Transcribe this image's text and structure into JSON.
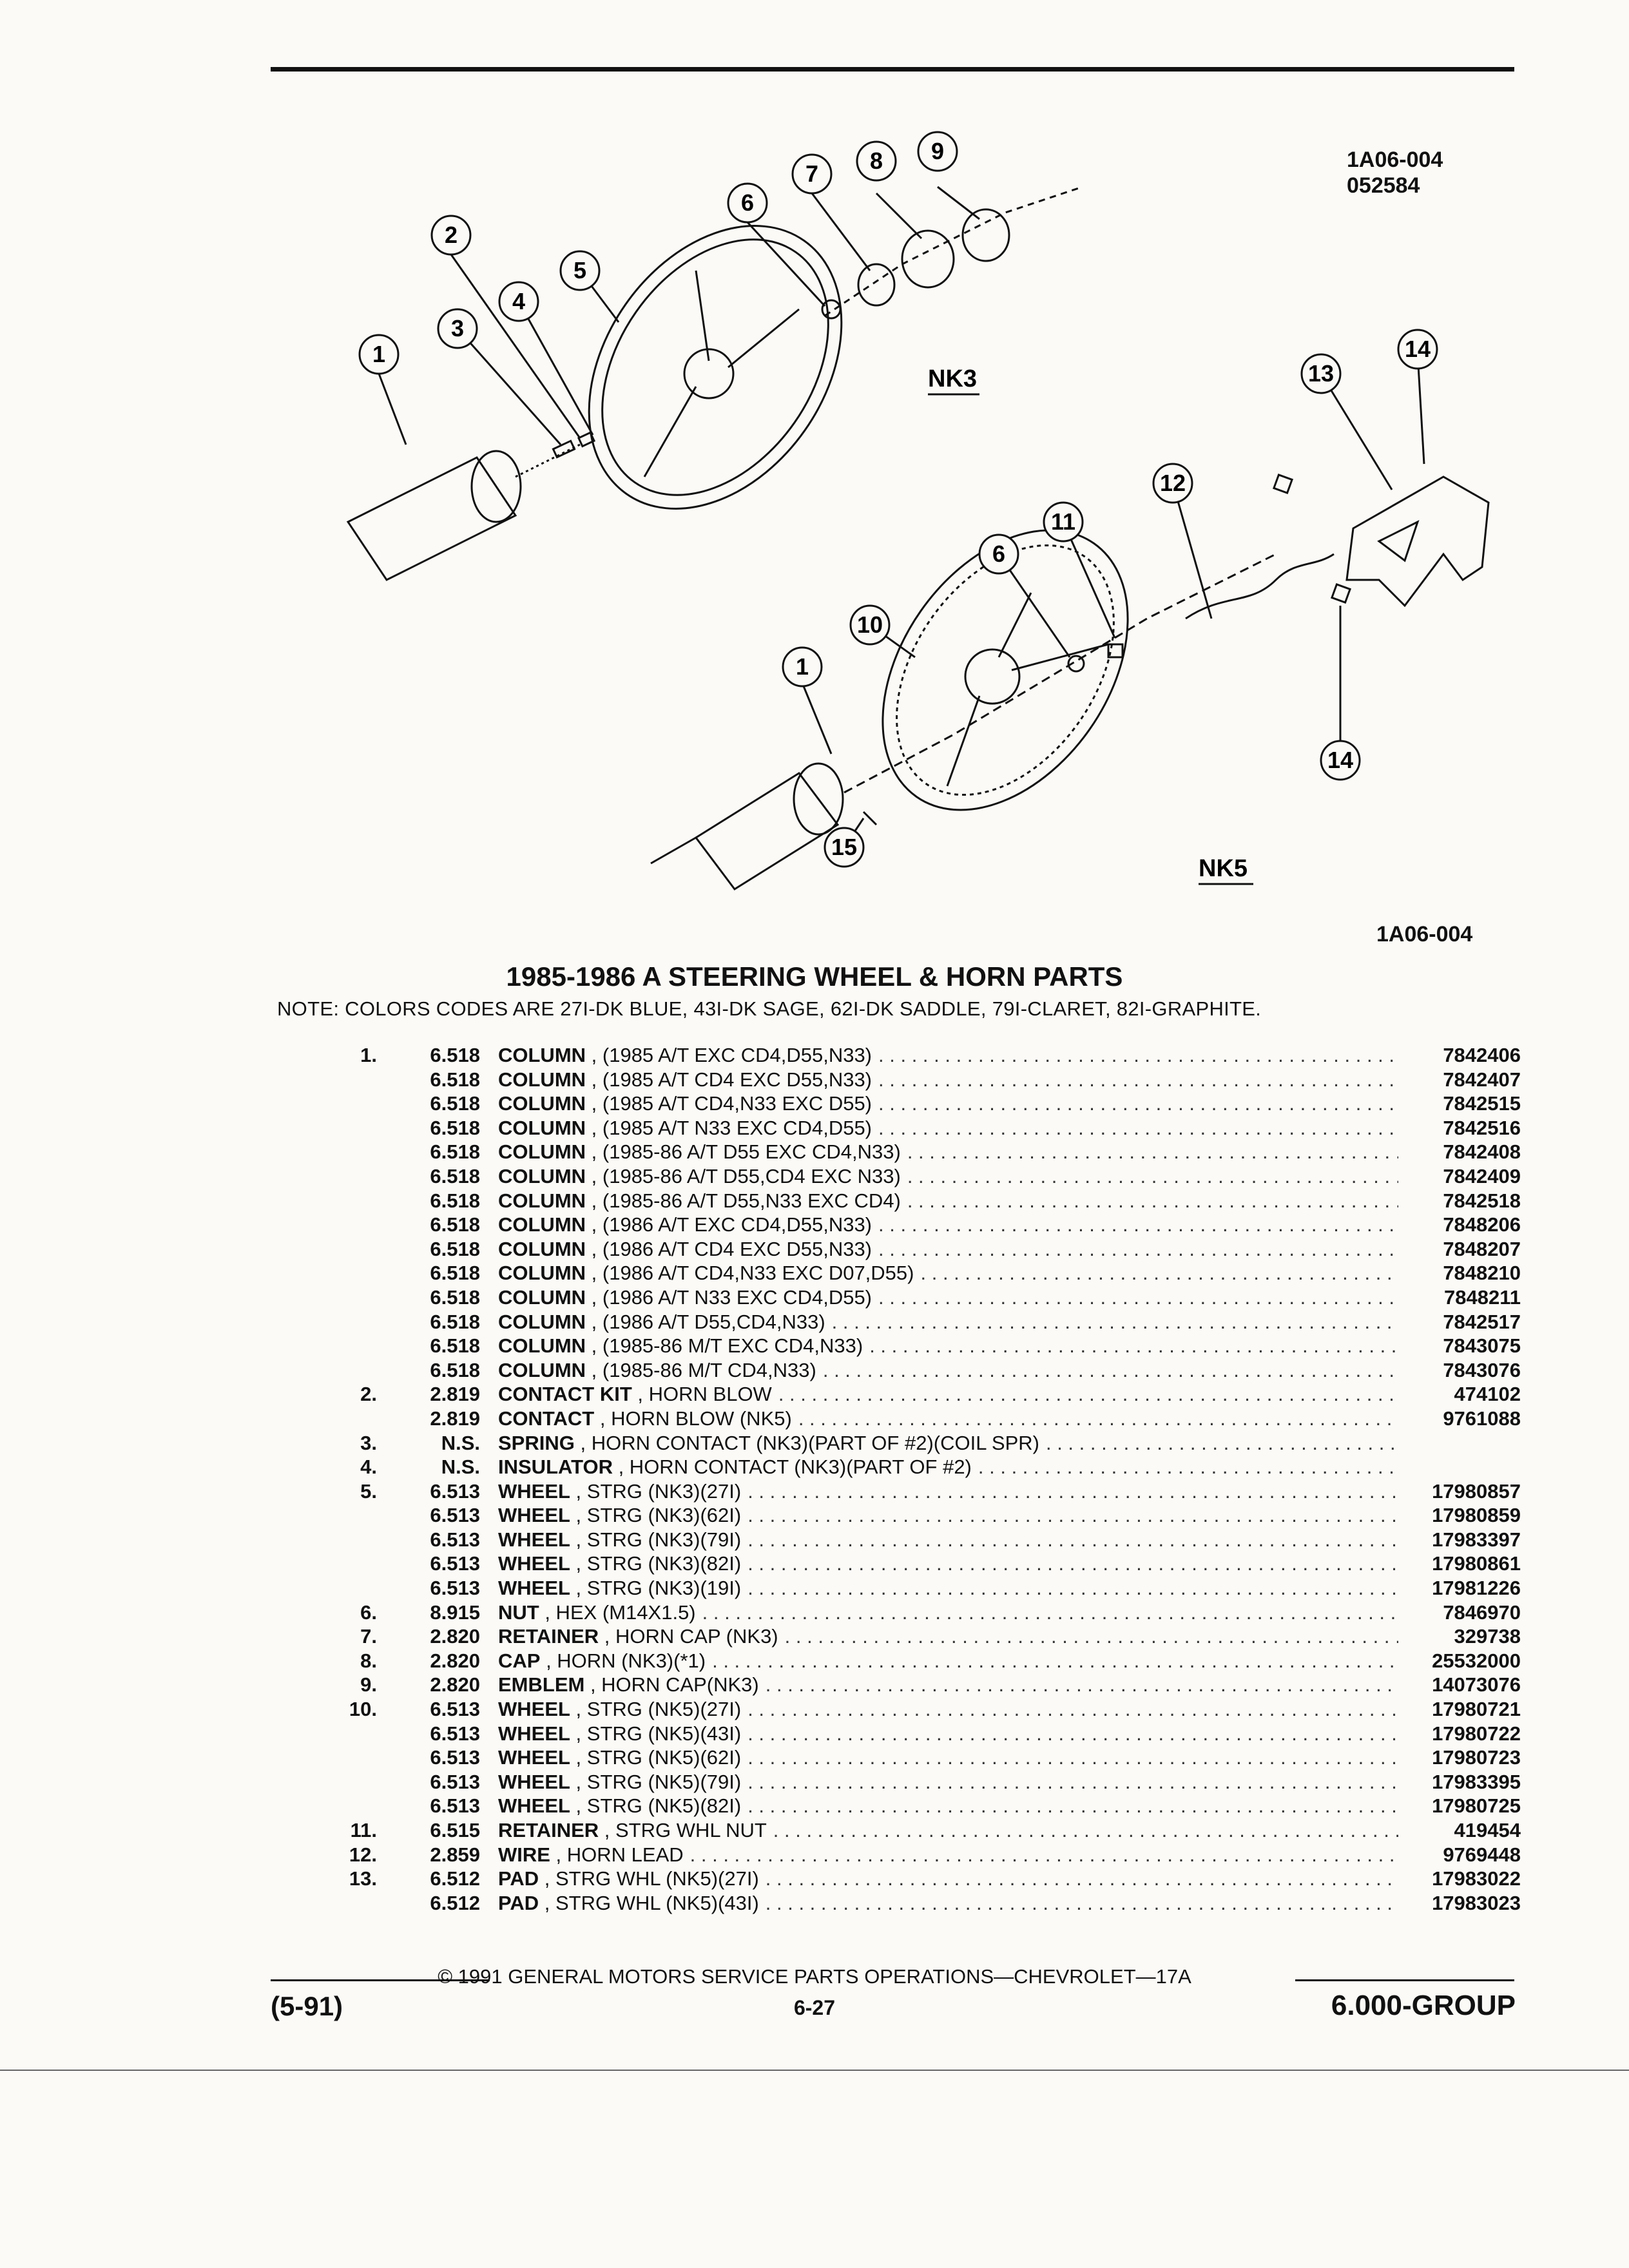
{
  "header": {
    "ref_top_line1": "1A06-004",
    "ref_top_line2": "052584",
    "ref_bottom": "1A06-004"
  },
  "diagram": {
    "label_nk3": "NK3",
    "label_nk5": "NK5",
    "callouts": [
      "1",
      "2",
      "3",
      "4",
      "5",
      "6",
      "7",
      "8",
      "9",
      "13",
      "14",
      "12",
      "11",
      "6",
      "10",
      "1",
      "14",
      "15"
    ]
  },
  "title": "1985-1986 A STEERING WHEEL & HORN PARTS",
  "note": "NOTE:  COLORS CODES ARE 27I-DK BLUE, 43I-DK SAGE, 62I-DK SADDLE, 79I-CLARET, 82I-GRAPHITE.",
  "parts": [
    {
      "item": "1.",
      "group": "6.518",
      "name": "COLUMN",
      "desc": " , (1985 A/T EXC CD4,D55,N33)",
      "part": "7842406"
    },
    {
      "item": "",
      "group": "6.518",
      "name": "COLUMN",
      "desc": " , (1985 A/T CD4 EXC D55,N33)",
      "part": "7842407"
    },
    {
      "item": "",
      "group": "6.518",
      "name": "COLUMN",
      "desc": " , (1985 A/T CD4,N33 EXC D55)",
      "part": "7842515"
    },
    {
      "item": "",
      "group": "6.518",
      "name": "COLUMN",
      "desc": " , (1985 A/T N33 EXC CD4,D55)",
      "part": "7842516"
    },
    {
      "item": "",
      "group": "6.518",
      "name": "COLUMN",
      "desc": " , (1985-86 A/T D55 EXC CD4,N33)",
      "part": "7842408"
    },
    {
      "item": "",
      "group": "6.518",
      "name": "COLUMN",
      "desc": " , (1985-86 A/T D55,CD4 EXC N33)",
      "part": "7842409"
    },
    {
      "item": "",
      "group": "6.518",
      "name": "COLUMN",
      "desc": " , (1985-86 A/T D55,N33 EXC CD4)",
      "part": "7842518"
    },
    {
      "item": "",
      "group": "6.518",
      "name": "COLUMN",
      "desc": " , (1986 A/T EXC CD4,D55,N33)",
      "part": "7848206"
    },
    {
      "item": "",
      "group": "6.518",
      "name": "COLUMN",
      "desc": " , (1986 A/T CD4 EXC D55,N33)",
      "part": "7848207"
    },
    {
      "item": "",
      "group": "6.518",
      "name": "COLUMN",
      "desc": " , (1986 A/T CD4,N33 EXC D07,D55)",
      "part": "7848210"
    },
    {
      "item": "",
      "group": "6.518",
      "name": "COLUMN",
      "desc": " , (1986 A/T N33 EXC CD4,D55)",
      "part": "7848211"
    },
    {
      "item": "",
      "group": "6.518",
      "name": "COLUMN",
      "desc": " , (1986 A/T D55,CD4,N33)",
      "part": "7842517"
    },
    {
      "item": "",
      "group": "6.518",
      "name": "COLUMN",
      "desc": " , (1985-86 M/T EXC CD4,N33)",
      "part": "7843075"
    },
    {
      "item": "",
      "group": "6.518",
      "name": "COLUMN",
      "desc": " , (1985-86 M/T CD4,N33)",
      "part": "7843076"
    },
    {
      "item": "2.",
      "group": "2.819",
      "name": "CONTACT KIT",
      "desc": " , HORN BLOW",
      "part": "474102"
    },
    {
      "item": "",
      "group": "2.819",
      "name": "CONTACT",
      "desc": " , HORN BLOW (NK5)",
      "part": "9761088"
    },
    {
      "item": "3.",
      "group": "N.S.",
      "name": "SPRING",
      "desc": " , HORN CONTACT (NK3)(PART OF #2)(COIL SPR)",
      "part": ""
    },
    {
      "item": "4.",
      "group": "N.S.",
      "name": "INSULATOR",
      "desc": " , HORN CONTACT (NK3)(PART OF #2)",
      "part": ""
    },
    {
      "item": "5.",
      "group": "6.513",
      "name": "WHEEL",
      "desc": " , STRG (NK3)(27I)",
      "part": "17980857"
    },
    {
      "item": "",
      "group": "6.513",
      "name": "WHEEL",
      "desc": " , STRG (NK3)(62I)",
      "part": "17980859"
    },
    {
      "item": "",
      "group": "6.513",
      "name": "WHEEL",
      "desc": " , STRG (NK3)(79I)",
      "part": "17983397"
    },
    {
      "item": "",
      "group": "6.513",
      "name": "WHEEL",
      "desc": " , STRG (NK3)(82I)",
      "part": "17980861"
    },
    {
      "item": "",
      "group": "6.513",
      "name": "WHEEL",
      "desc": " , STRG (NK3)(19I)",
      "part": "17981226"
    },
    {
      "item": "6.",
      "group": "8.915",
      "name": "NUT",
      "desc": " , HEX (M14X1.5)",
      "part": "7846970"
    },
    {
      "item": "7.",
      "group": "2.820",
      "name": "RETAINER",
      "desc": " , HORN CAP (NK3)",
      "part": "329738"
    },
    {
      "item": "8.",
      "group": "2.820",
      "name": "CAP",
      "desc": " , HORN (NK3)(*1)",
      "part": "25532000"
    },
    {
      "item": "9.",
      "group": "2.820",
      "name": "EMBLEM",
      "desc": " , HORN CAP(NK3)",
      "part": "14073076"
    },
    {
      "item": "10.",
      "group": "6.513",
      "name": "WHEEL",
      "desc": " , STRG (NK5)(27I)",
      "part": "17980721"
    },
    {
      "item": "",
      "group": "6.513",
      "name": "WHEEL",
      "desc": " , STRG (NK5)(43I)",
      "part": "17980722"
    },
    {
      "item": "",
      "group": "6.513",
      "name": "WHEEL",
      "desc": " , STRG (NK5)(62I)",
      "part": "17980723"
    },
    {
      "item": "",
      "group": "6.513",
      "name": "WHEEL",
      "desc": " , STRG (NK5)(79I)",
      "part": "17983395"
    },
    {
      "item": "",
      "group": "6.513",
      "name": "WHEEL",
      "desc": " , STRG (NK5)(82I)",
      "part": "17980725"
    },
    {
      "item": "11.",
      "group": "6.515",
      "name": "RETAINER",
      "desc": " , STRG WHL NUT",
      "part": "419454"
    },
    {
      "item": "12.",
      "group": "2.859",
      "name": "WIRE",
      "desc": " , HORN LEAD",
      "part": "9769448"
    },
    {
      "item": "13.",
      "group": "6.512",
      "name": "PAD",
      "desc": " , STRG WHL (NK5)(27I)",
      "part": "17983022"
    },
    {
      "item": "",
      "group": "6.512",
      "name": "PAD",
      "desc": " , STRG WHL (NK5)(43I)",
      "part": "17983023"
    }
  ],
  "footer": {
    "copyright": "©  1991  GENERAL MOTORS SERVICE PARTS OPERATIONS—CHEVROLET—17A",
    "date": "(5-91)",
    "page": "6-27",
    "group": "6.000-GROUP"
  }
}
